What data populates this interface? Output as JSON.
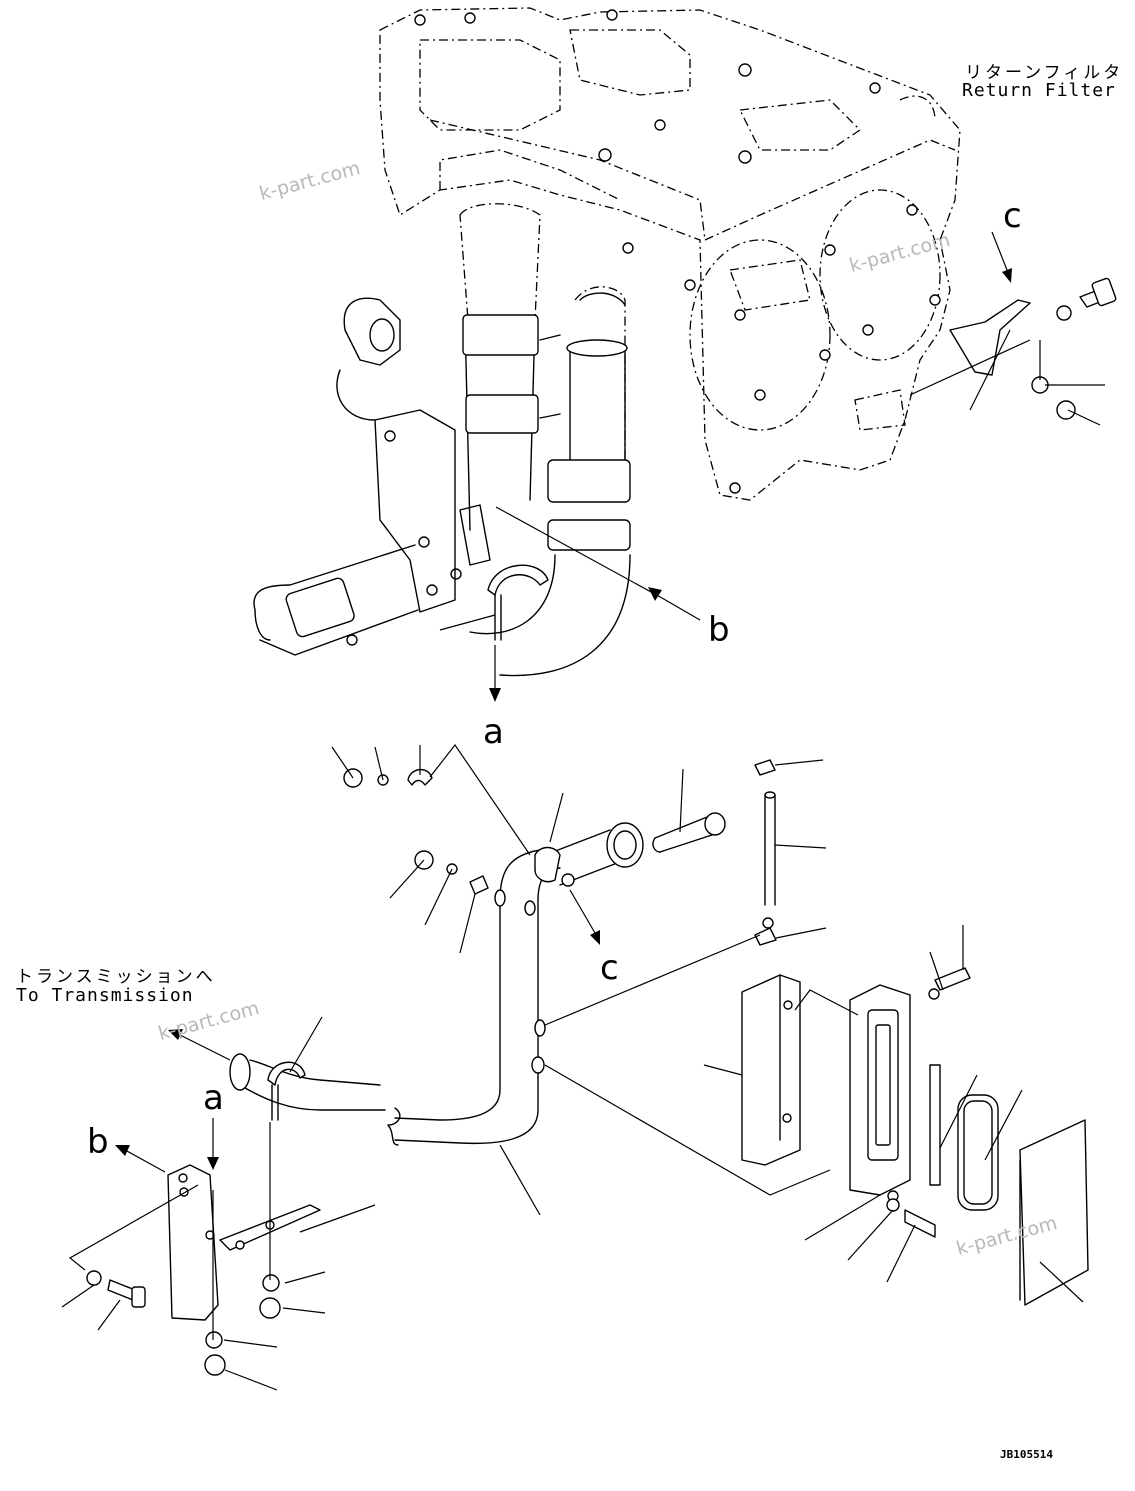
{
  "labels": {
    "return_filter_jp": "リターンフィルタ",
    "return_filter_en": "Return Filter",
    "transmission_jp": "トランスミッションへ",
    "transmission_en": "To Transmission",
    "ref_a_top": "a",
    "ref_b_top": "b",
    "ref_c_top": "c",
    "ref_c_mid": "c",
    "ref_a_bottom": "a",
    "ref_b_bottom": "b",
    "drawing_code": "JB105514"
  },
  "watermarks": [
    "k-part.com",
    "k-part.com",
    "k-part.com",
    "k-part.com"
  ],
  "icons": {
    "bolt": "bolt-icon",
    "nut": "nut-icon",
    "washer": "washer-icon",
    "elbow": "elbow-fitting-icon",
    "arrow": "arrow-icon"
  }
}
